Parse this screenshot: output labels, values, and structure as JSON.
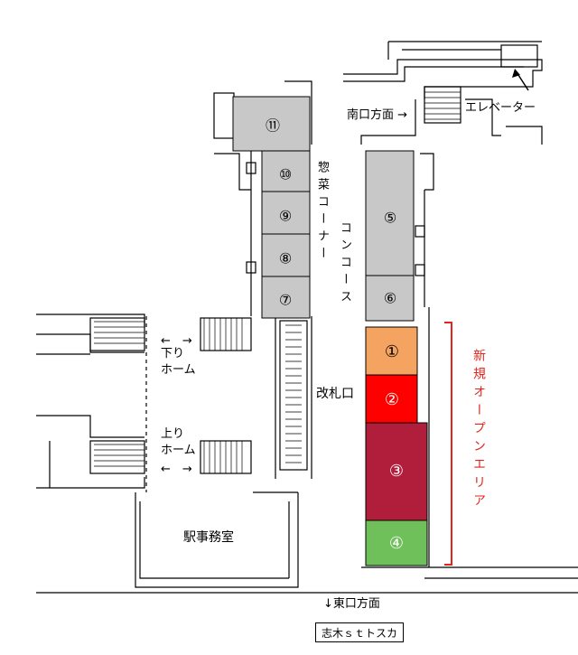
{
  "labels": {
    "south_exit": "南口方面 →",
    "elevator": "エレベーター",
    "deli_corner": "惣菜コーナー",
    "concourse": "コンコース",
    "ticket_gate": "改札口",
    "down_platform": "下り\nホーム",
    "up_platform": "上り\nホーム",
    "station_office": "駅事務室",
    "east_exit": "↓東口方面",
    "new_open_area": "新規オープンエリア",
    "store_name": "志木ｓｔトスカ"
  },
  "arrows": {
    "left_right": "←　→"
  },
  "shops": [
    {
      "id": "1",
      "label": "①",
      "color": "#f4a460"
    },
    {
      "id": "2",
      "label": "②",
      "color": "#ff0000"
    },
    {
      "id": "3",
      "label": "③",
      "color": "#b01e3c"
    },
    {
      "id": "4",
      "label": "④",
      "color": "#6fbf5a"
    },
    {
      "id": "5",
      "label": "⑤",
      "color": "#c8c8c8"
    },
    {
      "id": "6",
      "label": "⑥",
      "color": "#c8c8c8"
    },
    {
      "id": "7",
      "label": "⑦",
      "color": "#c8c8c8"
    },
    {
      "id": "8",
      "label": "⑧",
      "color": "#c8c8c8"
    },
    {
      "id": "9",
      "label": "⑨",
      "color": "#c8c8c8"
    },
    {
      "id": "10",
      "label": "⑩",
      "color": "#c8c8c8"
    },
    {
      "id": "11",
      "label": "⑪",
      "color": "#c8c8c8"
    }
  ],
  "colors": {
    "bracket": "#e0261e",
    "walls": "#000000"
  }
}
